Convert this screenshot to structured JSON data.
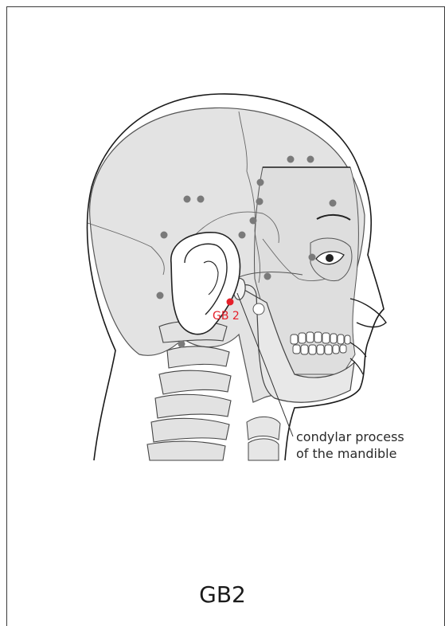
{
  "point": {
    "label": "GB 2",
    "color": "#e5202a"
  },
  "annotation": {
    "line1": "condylar process",
    "line2": "of the mandible"
  },
  "caption": "GB2",
  "colors": {
    "bone": "#e3e3e3",
    "outline": "#2b2b2b",
    "reference_points": "#7a7a7a"
  }
}
